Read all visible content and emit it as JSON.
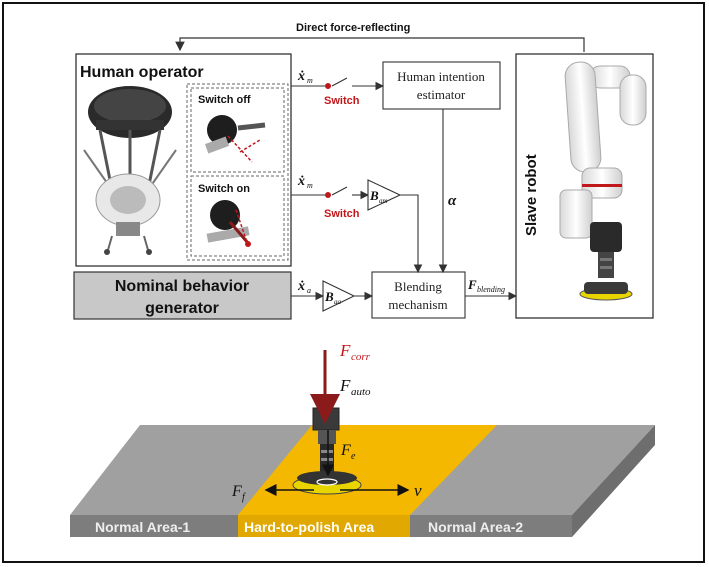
{
  "top": {
    "feedback_label": "Direct force-reflecting",
    "human_operator": "Human operator",
    "switch_off": "Switch off",
    "switch_on": "Switch on",
    "slave_robot": "Slave robot",
    "nominal": [
      "Nominal behavior",
      "generator"
    ],
    "intention": [
      "Human intention",
      "estimator"
    ],
    "blending": [
      "Blending",
      "mechanism"
    ],
    "switch1": "Switch",
    "switch2": "Switch",
    "xm1": "ẋ",
    "xm1_sub": "m",
    "xm2": "ẋ",
    "xm2_sub": "m",
    "xa": "ẋ",
    "xa_sub": "a",
    "b_am": "B",
    "b_am_sub": "am",
    "b_aa": "B",
    "b_aa_sub": "aa",
    "alpha": "α",
    "f_blend": "F",
    "f_blend_sub": "blending"
  },
  "bottom": {
    "f_corr": "F",
    "f_corr_sub": "corr",
    "f_auto": "F",
    "f_auto_sub": "auto",
    "f_e": "F",
    "f_e_sub": "e",
    "f_f": "F",
    "f_f_sub": "f",
    "v": "v",
    "area1": "Normal Area-1",
    "area_hard": "Hard-to-polish Area",
    "area2": "Normal Area-2"
  },
  "colors": {
    "accent_red": "#c0171b",
    "yellow": "#f5b800",
    "gray_surface": "#9a9a9a",
    "gray_box": "#c8c8c8"
  }
}
